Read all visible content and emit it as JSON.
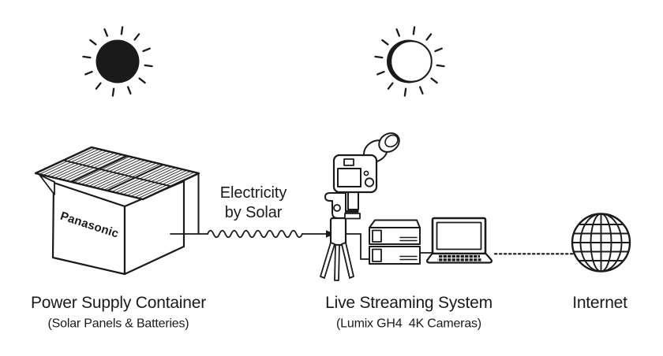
{
  "page": {
    "background": "#ffffff",
    "ink": "#1a1a1a"
  },
  "suns": {
    "left_style": "filled",
    "right_style": "outline"
  },
  "power_station": {
    "brand": "Panasonic",
    "title": "Power Supply Container",
    "subtitle": "(Solar Panels & Batteries)"
  },
  "energy_flow": {
    "line1": "Electricity",
    "line2": "by Solar"
  },
  "streaming_system": {
    "title": "Live Streaming System",
    "subtitle": "(Lumix GH4  4K Cameras)"
  },
  "internet": {
    "title": "Internet"
  },
  "icons": {
    "sun_filled": "filled-sun-icon",
    "sun_outline": "outline-sun-icon",
    "solar_container": "solar-container-icon",
    "wavy_arrow": "wavy-arrow-icon",
    "camera_tripod": "camera-tripod-icon",
    "recorders": "recorder-stack-icon",
    "laptop": "laptop-icon",
    "dotted_link": "dotted-line-icon",
    "globe": "globe-icon"
  }
}
